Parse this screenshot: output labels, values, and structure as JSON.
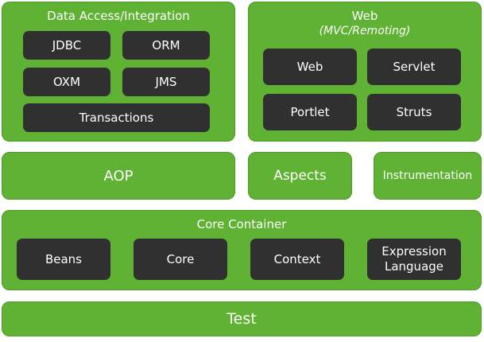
{
  "data_access": {
    "title": "Data Access/Integration",
    "modules": {
      "jdbc": "JDBC",
      "orm": "ORM",
      "oxm": "OXM",
      "jms": "JMS",
      "transactions": "Transactions"
    }
  },
  "web": {
    "title": "Web",
    "subtitle": "(MVC/Remoting)",
    "modules": {
      "web": "Web",
      "servlet": "Servlet",
      "portlet": "Portlet",
      "struts": "Struts"
    }
  },
  "middle": {
    "aop": "AOP",
    "aspects": "Aspects",
    "instrumentation": "Instrumentation"
  },
  "core_container": {
    "title": "Core Container",
    "modules": {
      "beans": "Beans",
      "core": "Core",
      "context": "Context",
      "expression_language": "Expression Language"
    }
  },
  "test": "Test",
  "colors": {
    "group_green": "#5fb233",
    "module_dark": "#303030",
    "text": "#ffffff"
  }
}
